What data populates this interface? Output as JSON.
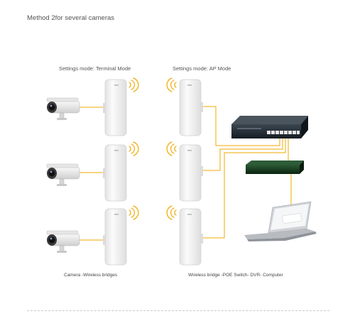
{
  "title": "Method 2for several cameras",
  "left_column_label": "Settings mode: Terminal Mode",
  "right_column_label": "Settings mode: AP  Mode",
  "left_caption": "Camera -Wireless bridges",
  "right_caption": "Wireless bridge -POE Switch- DVR- Computer",
  "colors": {
    "cable": "#f0a800",
    "switch_body": "#1f2a33",
    "dvr_body": "#14361c",
    "device_white": "#f4f4f4",
    "wifi_signal": "#f0a800"
  },
  "icons": [
    "ip-camera-icon",
    "wireless-bridge-icon",
    "wifi-signal-icon",
    "poe-switch-icon",
    "dvr-icon",
    "laptop-icon"
  ]
}
